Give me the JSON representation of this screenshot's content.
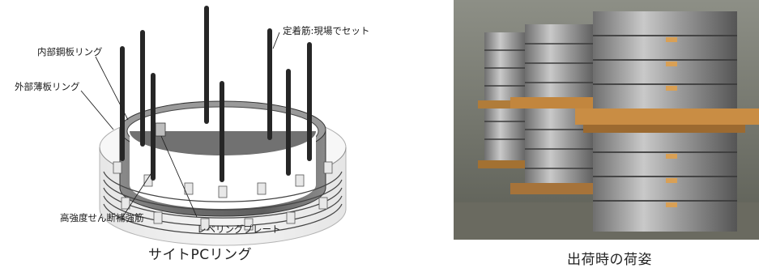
{
  "left": {
    "labels": {
      "inner_steel_ring": "内部鋼板リング",
      "outer_thin_ring": "外部薄板リング",
      "anchor_bars": "定着筋:現場でセット",
      "high_strength_rebar": "高強度せん断補強筋",
      "leveling_plate": "レベリングプレート"
    },
    "caption": "サイトPCリング"
  },
  "right": {
    "caption": "出荷時の荷姿"
  }
}
